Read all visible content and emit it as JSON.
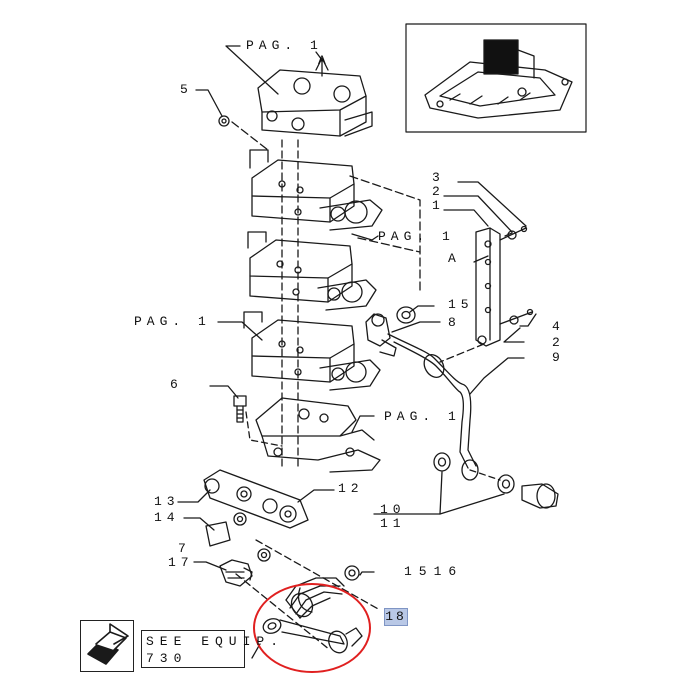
{
  "callouts": {
    "pag1_top": "PAG. 1",
    "arrow_a_top": "A",
    "c5": "5",
    "c3": "3",
    "c2a": "2",
    "c1": "1",
    "pag1_right": "PAG. 1",
    "arrow_a_right": "A",
    "c15": "15",
    "c8": "8",
    "pag1_left": "PAG. 1",
    "c4": "4",
    "c2b": "2",
    "c9": "9",
    "c6": "6",
    "pag1_mid": "PAG. 1",
    "c12": "12",
    "c13": "13",
    "c14": "14",
    "c10": "10",
    "c11": "11",
    "c7": "7",
    "c17": "17",
    "c1516": "1516",
    "c18": "18"
  },
  "see_equip": {
    "line1": "SEE EQUIP.",
    "line2": "730"
  },
  "colors": {
    "ink": "#1a1a1a",
    "highlight_ring": "#e02020",
    "highlight_tag": "#b9c8e6"
  },
  "icons": {
    "nav": "return-arrow-icon"
  }
}
